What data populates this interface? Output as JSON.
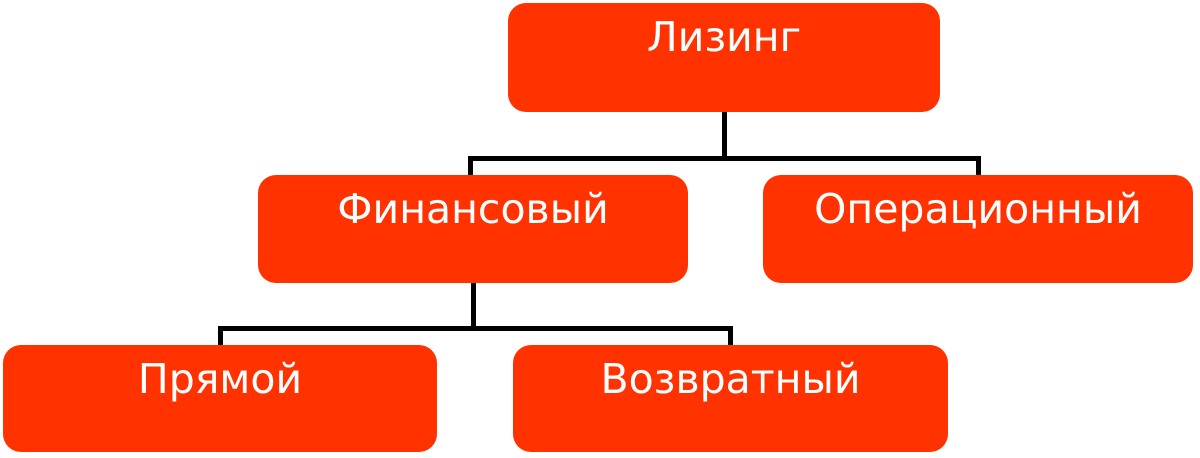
{
  "diagram": {
    "type": "hierarchy-tree",
    "background_color": "#ffffff",
    "node_fill_color": "#ff3200",
    "node_text_color": "#ffffff",
    "connector_color": "#000000",
    "nodes": {
      "root": {
        "label": "Лизинг"
      },
      "financial": {
        "label": "Финансовый"
      },
      "operational": {
        "label": "Операционный"
      },
      "direct": {
        "label": "Прямой"
      },
      "leaseback": {
        "label": "Возвратный"
      }
    },
    "hierarchy": [
      {
        "parent": "Лизинг",
        "children": [
          "Финансовый",
          "Операционный"
        ]
      },
      {
        "parent": "Финансовый",
        "children": [
          "Прямой",
          "Возвратный"
        ]
      }
    ]
  }
}
